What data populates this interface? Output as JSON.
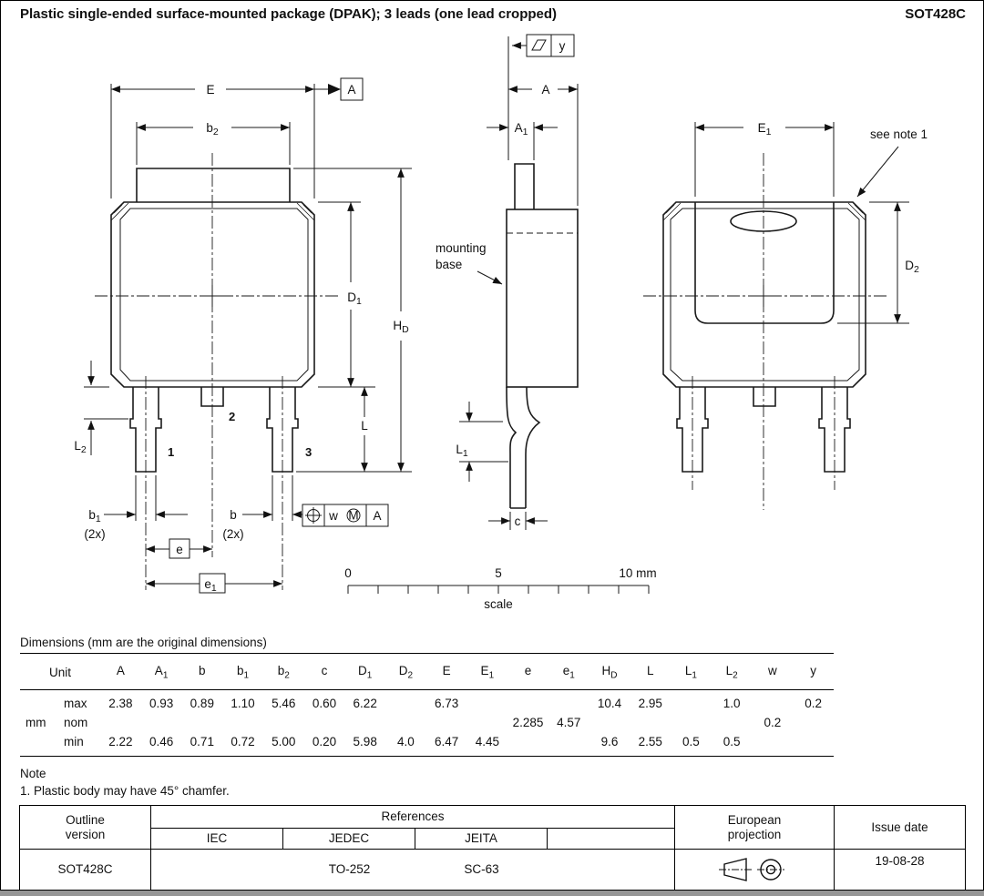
{
  "header": {
    "title": "Plastic single-ended surface-mounted package (DPAK); 3 leads (one lead cropped)",
    "package_code": "SOT428C"
  },
  "drawing": {
    "front": {
      "dim_E": "E",
      "dim_b2": {
        "base": "b",
        "sub": "2"
      },
      "datum_A": "A",
      "dim_D1": {
        "base": "D",
        "sub": "1"
      },
      "dim_HD": {
        "base": "H",
        "sub": "D"
      },
      "dim_L": "L",
      "dim_L2": {
        "base": "L",
        "sub": "2"
      },
      "dim_b1": {
        "base": "b",
        "sub": "1"
      },
      "qty_b1": "(2x)",
      "dim_b": "b",
      "qty_b": "(2x)",
      "dim_e": "e",
      "dim_e1": {
        "base": "e",
        "sub": "1"
      },
      "pin1": "1",
      "pin2": "2",
      "pin3": "3",
      "fcf": {
        "tolerance": "w",
        "modifier": "M",
        "datum": "A"
      }
    },
    "side": {
      "flatness_tol": "y",
      "dim_A": "A",
      "dim_A1": {
        "base": "A",
        "sub": "1"
      },
      "mounting_base_line1": "mounting",
      "mounting_base_line2": "base",
      "dim_L1": {
        "base": "L",
        "sub": "1"
      },
      "dim_c": "c"
    },
    "back": {
      "dim_E1": {
        "base": "E",
        "sub": "1"
      },
      "dim_D2": {
        "base": "D",
        "sub": "2"
      },
      "see_note": "see note 1"
    },
    "scale_bar": {
      "zero": "0",
      "five": "5",
      "ten": "10 mm",
      "label": "scale"
    }
  },
  "dim_table": {
    "title": "Dimensions (mm are the original dimensions)",
    "unit_header": "Unit",
    "unit_value": "mm",
    "columns": [
      {
        "base": "A",
        "sub": ""
      },
      {
        "base": "A",
        "sub": "1"
      },
      {
        "base": "b",
        "sub": ""
      },
      {
        "base": "b",
        "sub": "1"
      },
      {
        "base": "b",
        "sub": "2"
      },
      {
        "base": "c",
        "sub": ""
      },
      {
        "base": "D",
        "sub": "1"
      },
      {
        "base": "D",
        "sub": "2"
      },
      {
        "base": "E",
        "sub": ""
      },
      {
        "base": "E",
        "sub": "1"
      },
      {
        "base": "e",
        "sub": ""
      },
      {
        "base": "e",
        "sub": "1"
      },
      {
        "base": "H",
        "sub": "D"
      },
      {
        "base": "L",
        "sub": ""
      },
      {
        "base": "L",
        "sub": "1"
      },
      {
        "base": "L",
        "sub": "2"
      },
      {
        "base": "w",
        "sub": ""
      },
      {
        "base": "y",
        "sub": ""
      }
    ],
    "rows": [
      {
        "label": "max",
        "values": [
          "2.38",
          "0.93",
          "0.89",
          "1.10",
          "5.46",
          "0.60",
          "6.22",
          "",
          "6.73",
          "",
          "",
          "",
          "10.4",
          "2.95",
          "",
          "1.0",
          "",
          "0.2"
        ]
      },
      {
        "label": "nom",
        "values": [
          "",
          "",
          "",
          "",
          "",
          "",
          "",
          "",
          "",
          "",
          "2.285",
          "4.57",
          "",
          "",
          "",
          "",
          "0.2",
          ""
        ]
      },
      {
        "label": "min",
        "values": [
          "2.22",
          "0.46",
          "0.71",
          "0.72",
          "5.00",
          "0.20",
          "5.98",
          "4.0",
          "6.47",
          "4.45",
          "",
          "",
          "9.6",
          "2.55",
          "0.5",
          "0.5",
          "",
          ""
        ]
      }
    ]
  },
  "note": {
    "heading": "Note",
    "item": "1. Plastic body may have 45° chamfer."
  },
  "footer": {
    "outline_line1": "Outline",
    "outline_line2": "version",
    "references_label": "References",
    "col_iec": "IEC",
    "col_jedec": "JEDEC",
    "col_jeita": "JEITA",
    "projection_line1": "European",
    "projection_line2": "projection",
    "issue_date_label": "Issue date",
    "outline_value": "SOT428C",
    "iec_value": "",
    "jedec_value": "TO-252",
    "jeita_value": "SC-63",
    "issue_date_value": "19-08-28"
  }
}
